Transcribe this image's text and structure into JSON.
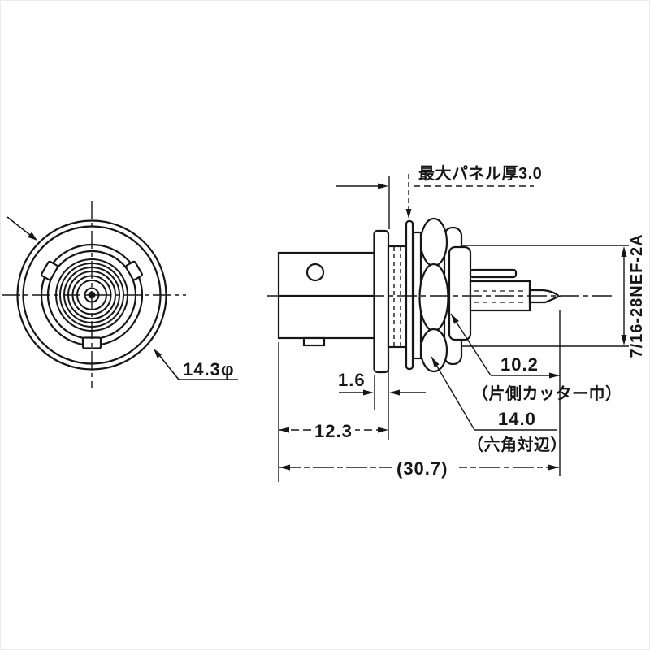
{
  "drawing": {
    "type": "technical-diagram",
    "subject": "panel-mount BNC coaxial jack, front and side views",
    "colors": {
      "ink": "#161616",
      "paper": "#ffffff"
    },
    "annotations": {
      "max_panel_thickness": "最大パネル厚3.0",
      "thread_spec": "7/16-28NEF-2A",
      "front_diameter": "14.3φ",
      "flange_thickness": "1.6",
      "front_to_flange_length": "12.3",
      "cutter_width_value": "10.2",
      "cutter_width_note": "（片側カッター巾）",
      "hex_across_flats_value": "14.0",
      "hex_across_flats_note": "（六角対辺）",
      "overall_length": "(30.7)"
    }
  }
}
